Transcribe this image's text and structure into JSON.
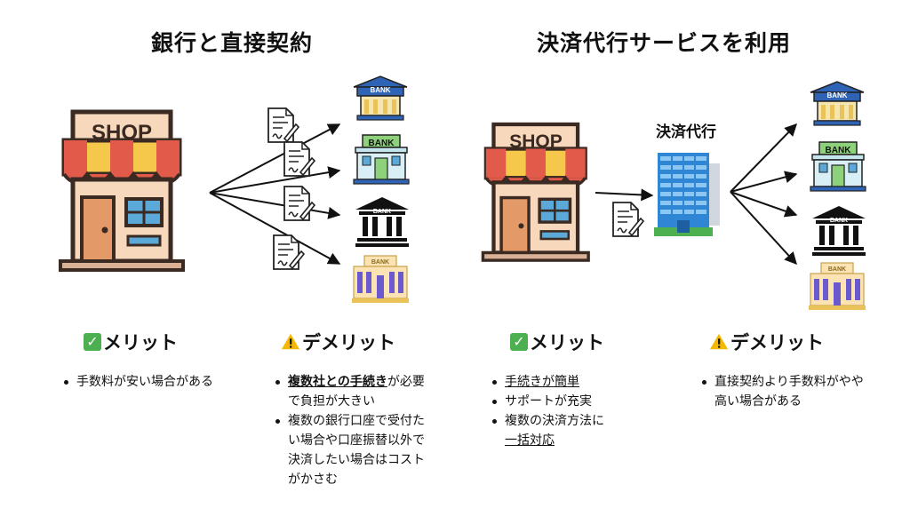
{
  "left": {
    "title": "銀行と直接契約",
    "shop_label": "SHOP",
    "banks": [
      "BANK",
      "BANK",
      "BANK",
      "BANK"
    ],
    "merit": {
      "heading": "メリット",
      "items": [
        {
          "parts": [
            {
              "text": "手数料が安い場合がある",
              "style": ""
            }
          ]
        }
      ]
    },
    "demerit": {
      "heading": "デメリット",
      "items": [
        {
          "parts": [
            {
              "text": "複数社との手続き",
              "style": "bu"
            },
            {
              "text": "が必要で負担が大きい",
              "style": ""
            }
          ]
        },
        {
          "parts": [
            {
              "text": "複数の銀行口座で受付たい場合や口座振替以外で決済したい場合はコストがかさむ",
              "style": ""
            }
          ]
        }
      ]
    }
  },
  "right": {
    "title": "決済代行サービスを利用",
    "shop_label": "SHOP",
    "agent_label": "決済代行",
    "banks": [
      "BANK",
      "BANK",
      "BANK",
      "BANK"
    ],
    "merit": {
      "heading": "メリット",
      "items": [
        {
          "parts": [
            {
              "text": "手続きが簡単",
              "style": "u"
            }
          ]
        },
        {
          "parts": [
            {
              "text": "サポートが充実",
              "style": ""
            }
          ]
        },
        {
          "parts": [
            {
              "text": "複数の決済方法に",
              "style": ""
            },
            {
              "text": "一括対応",
              "style": "u"
            }
          ]
        }
      ]
    },
    "demerit": {
      "heading": "デメリット",
      "items": [
        {
          "parts": [
            {
              "text": "直接契約より手数料がやや高い場合がある",
              "style": ""
            }
          ]
        }
      ]
    }
  },
  "colors": {
    "awning_red": "#e25a4a",
    "awning_yellow": "#f5c84b",
    "shop_body": "#f7d8bc",
    "shop_outline": "#3a2a22",
    "window_blue": "#5aa9d8",
    "bank_blue": "#2e63b5",
    "bank_green": "#8dd17a",
    "bank_gold": "#e9c25a",
    "building_blue": "#2f86d4",
    "check_green": "#4caf50",
    "warn_yellow": "#f5b800"
  }
}
